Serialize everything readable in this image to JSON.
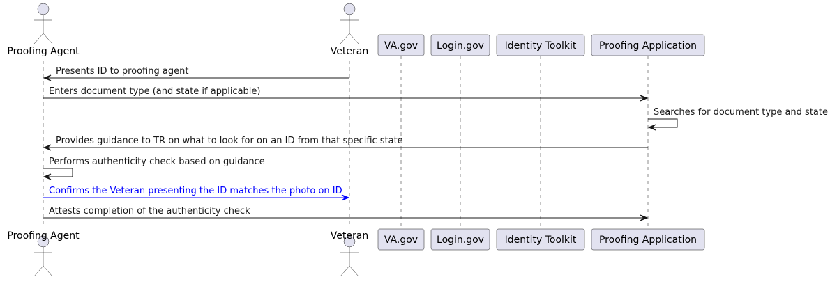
{
  "participants": [
    {
      "id": "agent",
      "name": "Proofing Agent",
      "kind": "actor"
    },
    {
      "id": "veteran",
      "name": "Veteran",
      "kind": "actor"
    },
    {
      "id": "vagov",
      "name": "VA.gov",
      "kind": "box"
    },
    {
      "id": "logingov",
      "name": "Login.gov",
      "kind": "box"
    },
    {
      "id": "toolkit",
      "name": "Identity Toolkit",
      "kind": "box"
    },
    {
      "id": "app",
      "name": "Proofing Application",
      "kind": "box"
    }
  ],
  "messages": [
    {
      "from": "veteran",
      "to": "agent",
      "text": "Presents ID to proofing agent"
    },
    {
      "from": "agent",
      "to": "app",
      "text": "Enters document type (and state if applicable)"
    },
    {
      "from": "app",
      "to": "app",
      "text": "Searches for document type and state"
    },
    {
      "from": "app",
      "to": "agent",
      "text": "Provides guidance to TR on what to look for on an ID from that specific state"
    },
    {
      "from": "agent",
      "to": "agent",
      "text": "Performs authenticity check based on guidance"
    },
    {
      "from": "agent",
      "to": "veteran",
      "text": "Confirms the Veteran presenting the ID matches the photo on ID",
      "color": "#0000FF"
    },
    {
      "from": "agent",
      "to": "app",
      "text": "Attests completion of the authenticity check"
    }
  ],
  "colors": {
    "participant_fill": "#E2E2F0",
    "participant_stroke": "#181818",
    "lifeline": "#181818",
    "arrow": "#181818",
    "highlight": "#0000FF"
  }
}
